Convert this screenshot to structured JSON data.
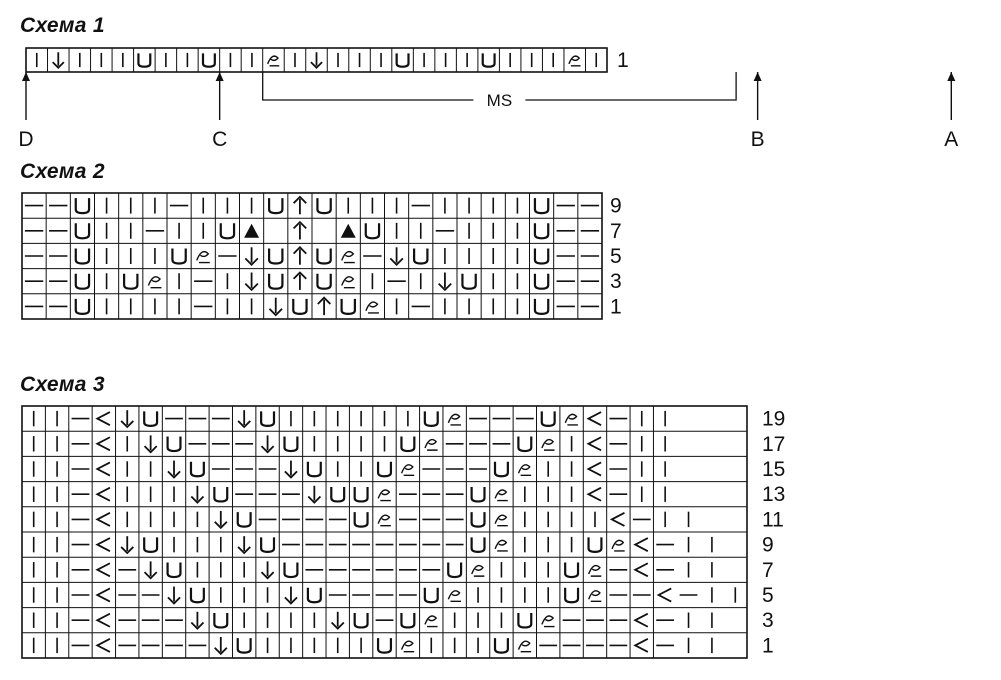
{
  "schemes": [
    {
      "id": "s1",
      "title": "Схема 1",
      "rows": [
        {
          "num": "1",
          "cells": "|↓|||U||U||*|↓|||U|||U|||*|"
        }
      ],
      "markers": [
        {
          "label": "D",
          "col": 0
        },
        {
          "label": "C",
          "col": 9
        },
        {
          "label": "B",
          "col": 34
        },
        {
          "label": "A",
          "col": 43
        }
      ],
      "repeat": {
        "label": "MS",
        "from_col": 11,
        "to_col": 33
      }
    },
    {
      "id": "s2",
      "title": "Схема 2",
      "rows": [
        {
          "num": "9",
          "cells": "--U|||-|||U^U|||-||||U--"
        },
        {
          "num": "7",
          "cells": "--U||-||U▲ ^ ▲U||-|||U--"
        },
        {
          "num": "5",
          "cells": "--U|||U*-↓U^U*-↓U||||U--"
        },
        {
          "num": "3",
          "cells": "--U|U*|-|↓U^U*|-|↓U||U--"
        },
        {
          "num": "1",
          "cells": "--U||||-||↓U^U*|-||||U--"
        }
      ]
    },
    {
      "id": "s3",
      "title": "Схема 3",
      "rows": [
        {
          "num": "19",
          "cells": "||-<↓U---↓U||||||U*---U*<-||"
        },
        {
          "num": "17",
          "cells": "||-<|↓U---↓U||||U*---U*|<-||"
        },
        {
          "num": "15",
          "cells": "||-<||↓U---↓U||U*---U*||<-||"
        },
        {
          "num": "13",
          "cells": "||-<|||↓U---↓UU*---U*|||<-||"
        },
        {
          "num": "11",
          "cells": "||-<||||↓U----U*---U*||||<-||"
        },
        {
          "num": "9",
          "cells": "||-<↓U|||↓U--------U*|||U*<-||"
        },
        {
          "num": "7",
          "cells": "||-<-↓U|||↓U------U*|||U*-<-||"
        },
        {
          "num": "5",
          "cells": "||-<--↓U|||↓U----U*||||U*--<-||"
        },
        {
          "num": "3",
          "cells": "||-<---↓U||||↓U-U*|||U*---<-||"
        },
        {
          "num": "1",
          "cells": "||-<----↓U|||||U*|||U*----<-||"
        }
      ]
    }
  ]
}
